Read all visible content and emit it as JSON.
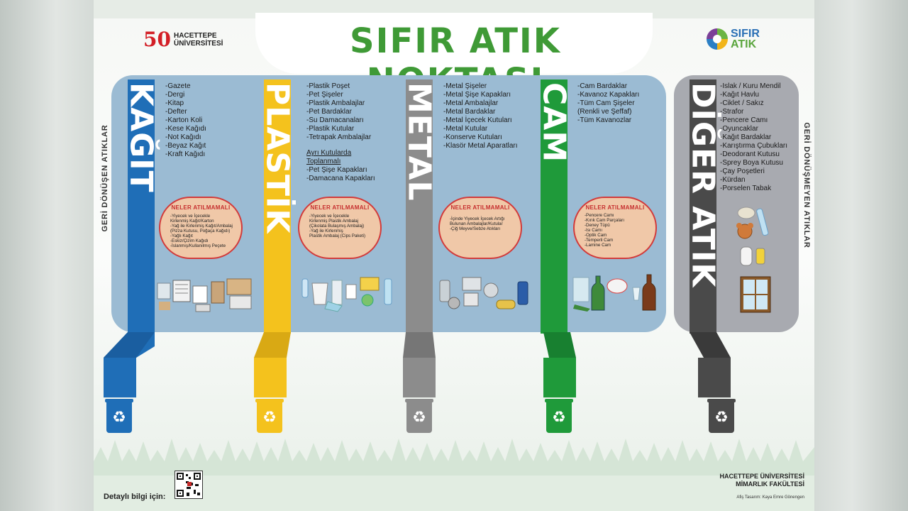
{
  "title": "SIFIR ATIK NOKTASI",
  "logo_left": {
    "mark": "50",
    "line1": "HACETTEPE",
    "line2": "ÜNİVERSİTESİ"
  },
  "logo_right": {
    "line1": "SIFIR",
    "line2": "ATIK"
  },
  "side_left": "GERİ DÖNÜŞEN ATIKLAR",
  "side_right": "GERİ DÖNÜŞMEYEN ATIKLAR",
  "colors": {
    "kagit": "#1f6eb7",
    "plastik": "#f4c21d",
    "metal": "#8c8c8c",
    "cam": "#1f9a3a",
    "diger": "#4a4a4a"
  },
  "categories": [
    {
      "name": "KAĞIT",
      "items": [
        "-Gazete",
        "-Dergi",
        "-Kitap",
        "-Defter",
        "-Karton Koli",
        "-Kese Kağıdı",
        "-Not Kağıdı",
        "-Beyaz Kağıt",
        "-Kraft Kağıdı"
      ],
      "not_heading": "NELER ATILMAMALI",
      "not_items": [
        "-Yiyecek ve İçecekle",
        "Kirlenmiş Kağıt/Karton",
        "-Yağ ile Kirlenmiş Kağıt/Ambalaj",
        "(Pizza Kutusu, Poğaça Kağıdı)",
        "-Yağlı Kağıt",
        "-Eskiz/Çizim Kağıdı",
        "-İslanmış/Kullanılmış Peçete"
      ]
    },
    {
      "name": "PLASTİK",
      "items": [
        "-Plastik Poşet",
        "-Pet Şişeler",
        "-Plastik Ambalajlar",
        "-Pet Bardaklar",
        "-Su Damacanaları",
        "-Plastik Kutular",
        "-Tetrapak Ambalajlar"
      ],
      "extra_heading": [
        "Ayrı Kutularda",
        "Toplanmalı"
      ],
      "extra_items": [
        "-Pet Şişe Kapakları",
        "-Damacana Kapakları"
      ],
      "not_heading": "NELER ATILMAMALI",
      "not_items": [
        "-Yiyecek ve İçecekle",
        "Kirlenmiş Plastik Ambalaj",
        "(Çikolata Bulaşmış Ambalaj)",
        "-Yağ ile Kirlenmiş",
        "Plastik Ambalaj (Cips Paketi)"
      ]
    },
    {
      "name": "METAL",
      "items": [
        "-Metal Şişeler",
        "-Metal Şişe Kapakları",
        "-Metal Ambalajlar",
        "-Metal Bardaklar",
        "-Metal İçecek Kutuları",
        "-Metal Kutular",
        "-Konserve Kutuları",
        "-Klasör Metal Aparatları"
      ],
      "not_heading": "NELER ATILMAMALI",
      "not_items": [
        "-İçinde Yiyecek İçecek Artığı",
        "Bulunan Ambalajlar/Kutular",
        "-Çiğ Meyve/Sebze Atıkları"
      ]
    },
    {
      "name": "CAM",
      "items": [
        "-Cam Bardaklar",
        "-Kavanoz Kapakları",
        "-Tüm Cam Şişeler",
        "(Renkli ve Şeffaf)",
        "-Tüm Kavanozlar"
      ],
      "not_heading": "NELER ATILMAMALI",
      "not_items": [
        "-Pencere Camı",
        "-Kırık Cam Parçaları",
        "-Deney Tüpü",
        "-Isı Camı",
        "-Optik Cam",
        "-Temperli Cam",
        "-Lamine Cam"
      ]
    },
    {
      "name": "DİĞER ATIK",
      "items": [
        "-Islak / Kuru Mendil",
        "-Kağıt Havlu",
        "-Ciklet / Sakız",
        "-Strafor",
        "-Pencere Camı",
        "-Oyuncaklar",
        "-Kağıt Bardaklar",
        "-Karıştırma Çubukları",
        "-Deodorant Kutusu",
        "-Sprey Boya Kutusu",
        "-Çay Poşetleri",
        "-Kürdan",
        "-Porselen Tabak"
      ]
    }
  ],
  "footer": {
    "info": "Detaylı bilgi için:",
    "uni_line1": "HACETTEPE ÜNİVERSİTESİ",
    "uni_line2": "MİMARLIK FAKÜLTESİ",
    "design": "Afiş Tasarım: Kaya Emre Gönengen"
  }
}
